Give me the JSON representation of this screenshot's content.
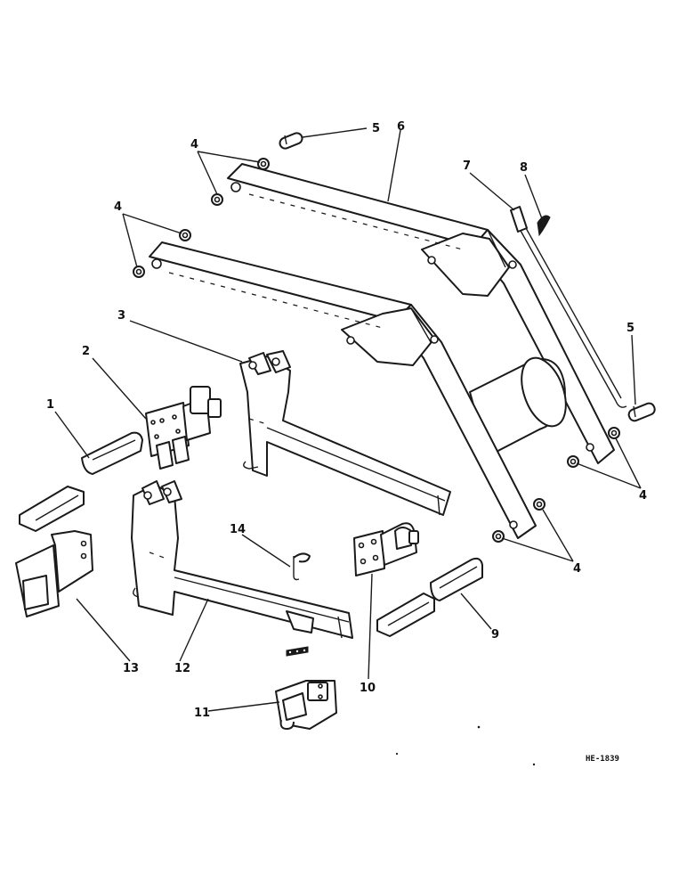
{
  "drawing_code": "HE-1839",
  "callouts": {
    "c1": "1",
    "c2": "2",
    "c3": "3",
    "c4a": "4",
    "c4b": "4",
    "c4c": "4",
    "c4d": "4",
    "c5a": "5",
    "c5b": "5",
    "c6": "6",
    "c7": "7",
    "c8": "8",
    "c9": "9",
    "c10": "10",
    "c11": "11",
    "c12": "12",
    "c13": "13",
    "c14": "14"
  }
}
